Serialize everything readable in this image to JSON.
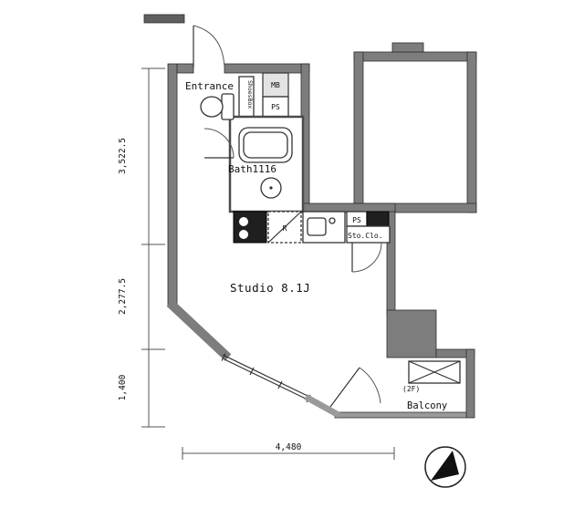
{
  "plan": {
    "labels": {
      "entrance": "Entrance",
      "shoes_box": "ShoesBox",
      "meter_box": "MB",
      "pipe_space_top": "PS",
      "bath": "Bath1116",
      "refrigerator": "R",
      "pipe_space_kitchen": "PS",
      "storage_closet": "Sto.Clo.",
      "studio": "Studio 8.1J",
      "balcony_floor": "(2F)",
      "balcony": "Balcony"
    },
    "dimensions": {
      "left_segments": [
        "3,522.5",
        "2,277.5",
        "1,400"
      ],
      "bottom_width": "4,480"
    },
    "colors": {
      "wall": "#7d7d7d",
      "wall_dark": "#5f5f5f",
      "fixture_dark": "#1f1f1f",
      "line": "#333333",
      "background": "#ffffff"
    },
    "compass": "north-arrow"
  }
}
